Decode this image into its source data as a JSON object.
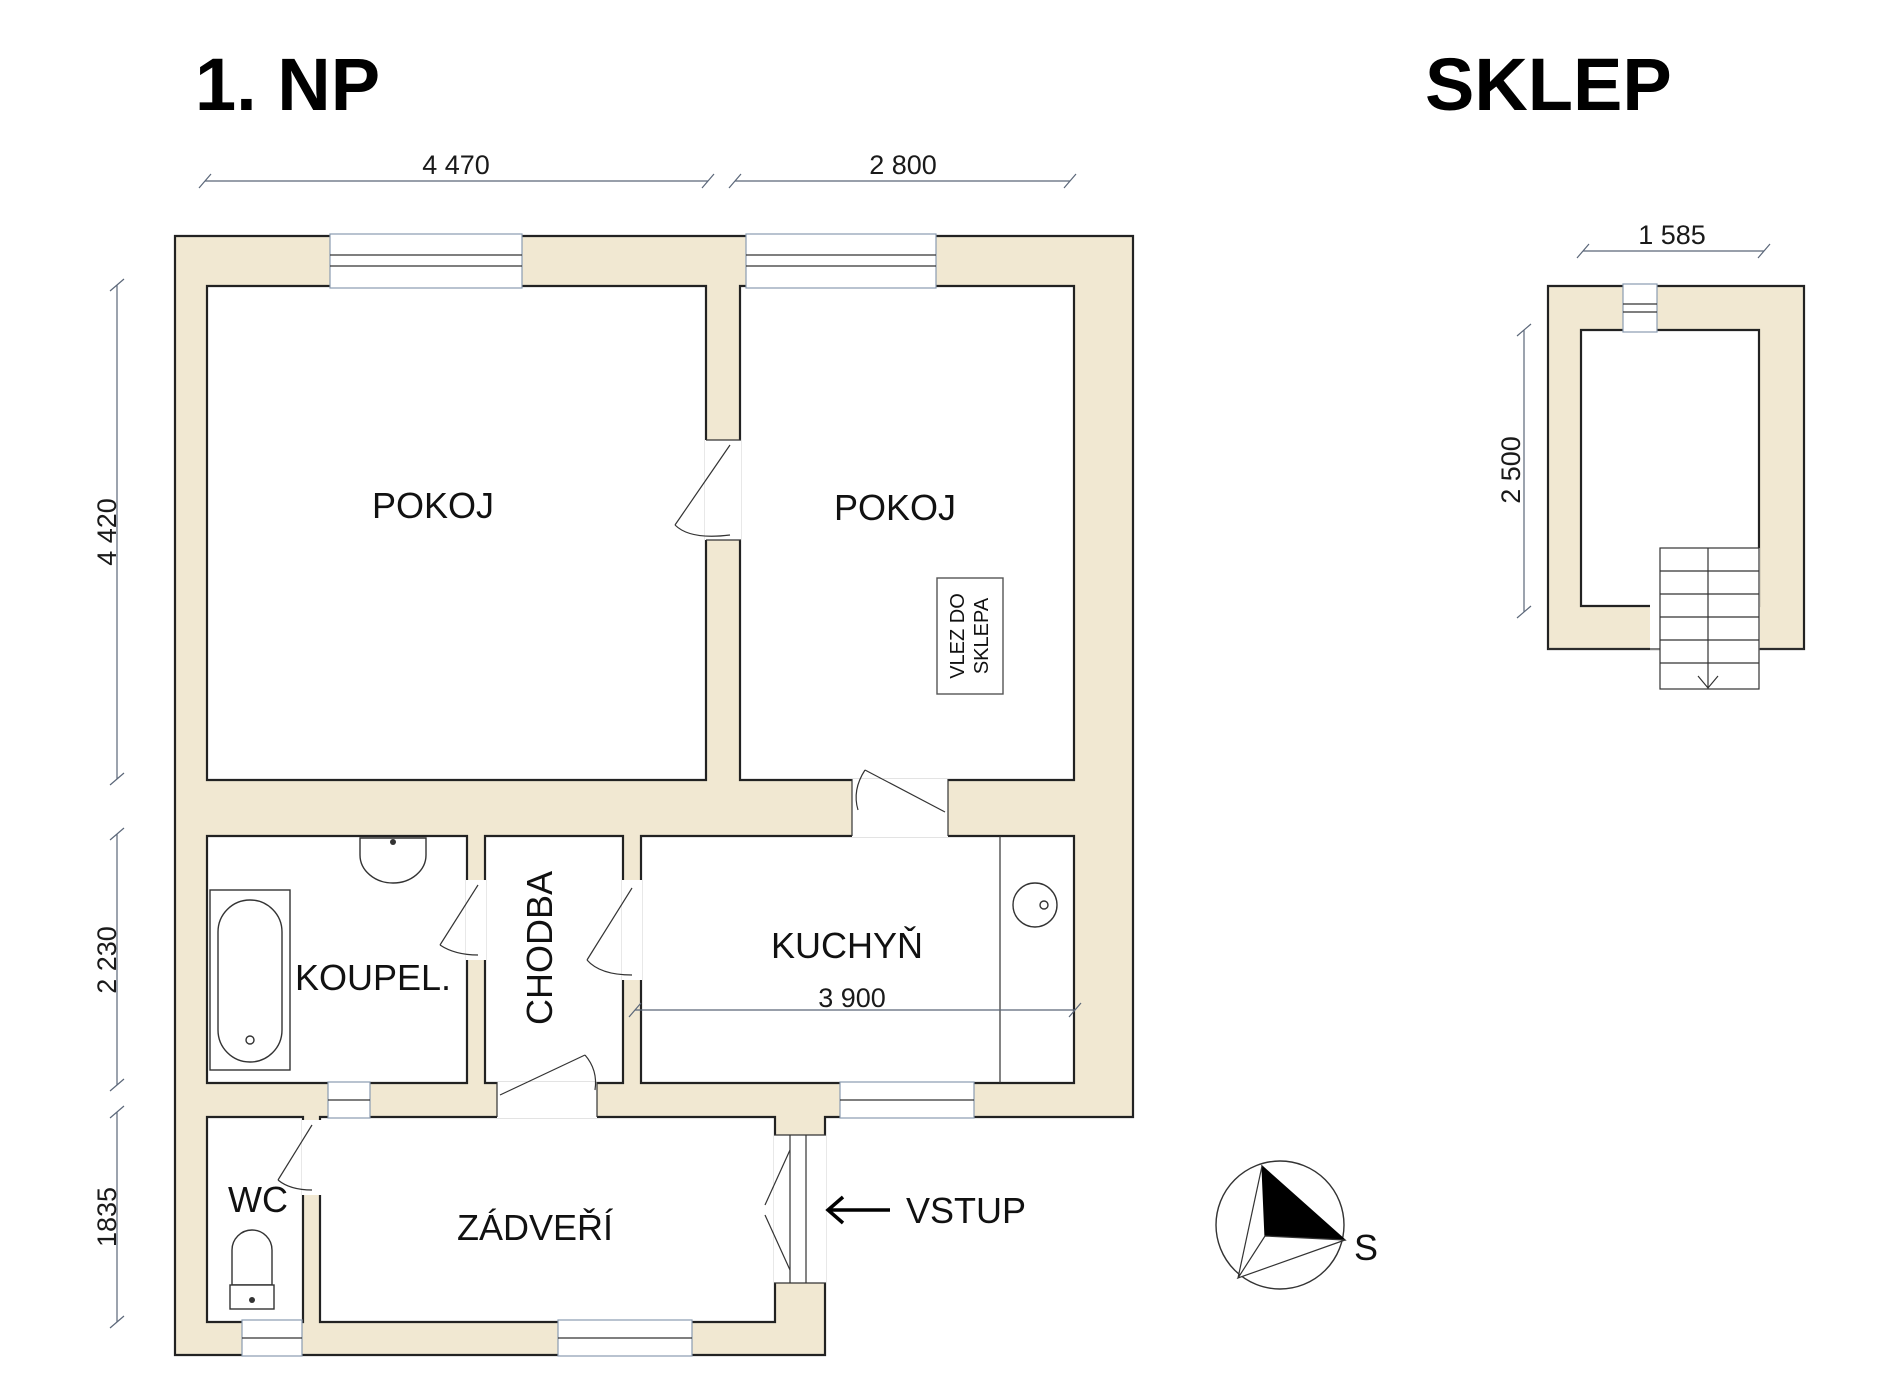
{
  "titles": {
    "ground_floor": "1. NP",
    "basement": "SKLEP"
  },
  "dimensions": {
    "top_left": "4 470",
    "top_right": "2 800",
    "left_upper": "4 420",
    "left_middle": "2 230",
    "left_lower": "1835",
    "kitchen_width": "3 900",
    "basement_width": "1 585",
    "basement_height": "2 500"
  },
  "rooms": {
    "room_left": "POKOJ",
    "room_right": "POKOJ",
    "bathroom": "KOUPEL.",
    "corridor": "CHODBA",
    "kitchen": "KUCHYŇ",
    "wc": "WC",
    "vestibule": "ZÁDVEŘÍ"
  },
  "labels": {
    "cellar_hatch_line1": "VLEZ DO",
    "cellar_hatch_line2": "SKLEPA",
    "entrance": "VSTUP",
    "compass_south": "S"
  },
  "colors": {
    "wall_fill": "#f1e8d2",
    "outline": "#222222",
    "dimension_line": "#5a6678"
  }
}
